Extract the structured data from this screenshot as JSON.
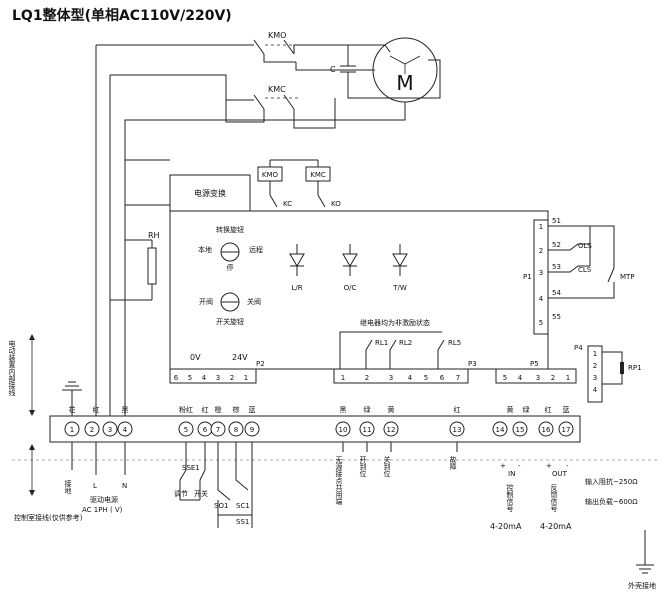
{
  "title": "LQ1整体型(单相AC110V/220V)",
  "motor": {
    "letter": "M",
    "capacitor": "C",
    "contactor_o": "KMO",
    "contactor_c": "KMC"
  },
  "relays": {
    "kmo": "KMO",
    "kmc": "KMC",
    "kc": "KC",
    "ko": "KO"
  },
  "power_module": "电源变换",
  "heater": "RH",
  "selector": {
    "title": "转换旋钮",
    "left": "本地",
    "right": "远程",
    "bottom": "停"
  },
  "switch_knob": {
    "left": "开阀",
    "right": "关阀",
    "bottom": "开关旋钮"
  },
  "leds": [
    "L/R",
    "O/C",
    "T/W"
  ],
  "relay_note": "继电器均为非激励状态",
  "relay_names": [
    "RL1",
    "RL2",
    "RL5"
  ],
  "voltage_labels": {
    "v0": "0V",
    "v24": "24V"
  },
  "connectors": {
    "p1": "P1",
    "p2": "P2",
    "p3": "P3",
    "p4": "P4",
    "p5": "P5"
  },
  "p1_pins": [
    "51",
    "52",
    "53",
    "54",
    "55"
  ],
  "p1_rows": [
    "1",
    "2",
    "3",
    "4",
    "5"
  ],
  "limit_switches": {
    "ols": "OLS",
    "cls": "CLS",
    "mtp": "MTP"
  },
  "p2_pins": [
    "6",
    "5",
    "4",
    "3",
    "2",
    "1"
  ],
  "p3_pins": [
    "1",
    "2",
    "3",
    "4",
    "5",
    "6",
    "7"
  ],
  "p5_pins": [
    "5",
    "4",
    "3",
    "2",
    "1"
  ],
  "p4_pins": [
    "1",
    "2",
    "3",
    "4"
  ],
  "rp1": "RP1",
  "terminals": [
    "1",
    "2",
    "3",
    "4",
    "5",
    "6",
    "7",
    "8",
    "9",
    "10",
    "11",
    "12",
    "13",
    "14",
    "15",
    "16",
    "17"
  ],
  "wire_colors": [
    "花",
    "红",
    "黑",
    "粉红",
    "红",
    "橙",
    "棕",
    "蓝",
    "黑",
    "绿",
    "黄",
    "红",
    "黄",
    "绿",
    "红",
    "蓝"
  ],
  "left_notes": {
    "internal": "电动装置内部接线",
    "external": "控制室接线(仅供参考)"
  },
  "ground": "接地",
  "power_in": {
    "l": "L",
    "n": "N",
    "label": "驱动电源",
    "spec": "AC 1PH ( V)"
  },
  "bottom_switches": {
    "sse1": "SSE1",
    "tiaojie": "调节",
    "kaiguan": "开关",
    "so1": "SO1",
    "sc1": "SC1",
    "ss1": "SS1"
  },
  "signal_labels": {
    "t10": "无源接点共用端",
    "t11": "开到位",
    "t12": "关到位",
    "t13": "故障",
    "t14_15": "控制信号",
    "t16_17": "反馈信号",
    "in": "IN",
    "out": "OUT"
  },
  "input_imp": "输入阻抗~250Ω",
  "output_load": "输出负载~600Ω",
  "range_in": "4-20mA",
  "range_out": "4-20mA",
  "case_ground": "外壳接地",
  "plus_minus": {
    "plus": "+",
    "minus": "-"
  }
}
